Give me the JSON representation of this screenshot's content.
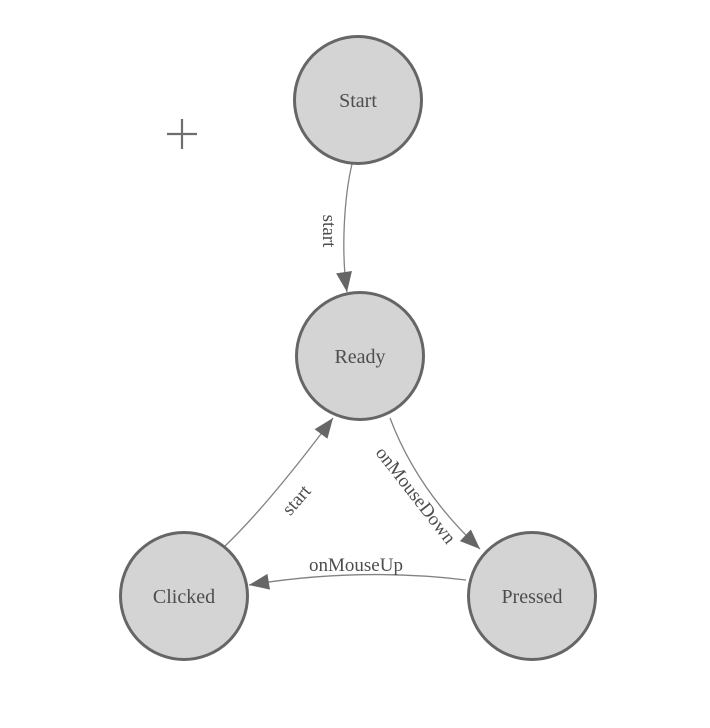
{
  "diagram": {
    "type": "state-machine",
    "colors": {
      "background": "#ffffff",
      "node_fill": "#d4d4d4",
      "node_stroke": "#666666",
      "edge_color": "#828282",
      "arrow_color": "#666666",
      "label_color": "#4d4d4d",
      "cursor_color": "#6e6e6e"
    },
    "nodes": [
      {
        "id": "start",
        "label": "Start"
      },
      {
        "id": "ready",
        "label": "Ready"
      },
      {
        "id": "clicked",
        "label": "Clicked"
      },
      {
        "id": "pressed",
        "label": "Pressed"
      }
    ],
    "edges": [
      {
        "label": "start",
        "from": "Start",
        "to": "Ready"
      },
      {
        "label": "start",
        "from": "Clicked",
        "to": "Ready"
      },
      {
        "label": "onMouseDown",
        "from": "Ready",
        "to": "Pressed"
      },
      {
        "label": "onMouseUp",
        "from": "Pressed",
        "to": "Clicked"
      }
    ],
    "cursor": {
      "icon": "plus-crosshair-icon"
    }
  }
}
